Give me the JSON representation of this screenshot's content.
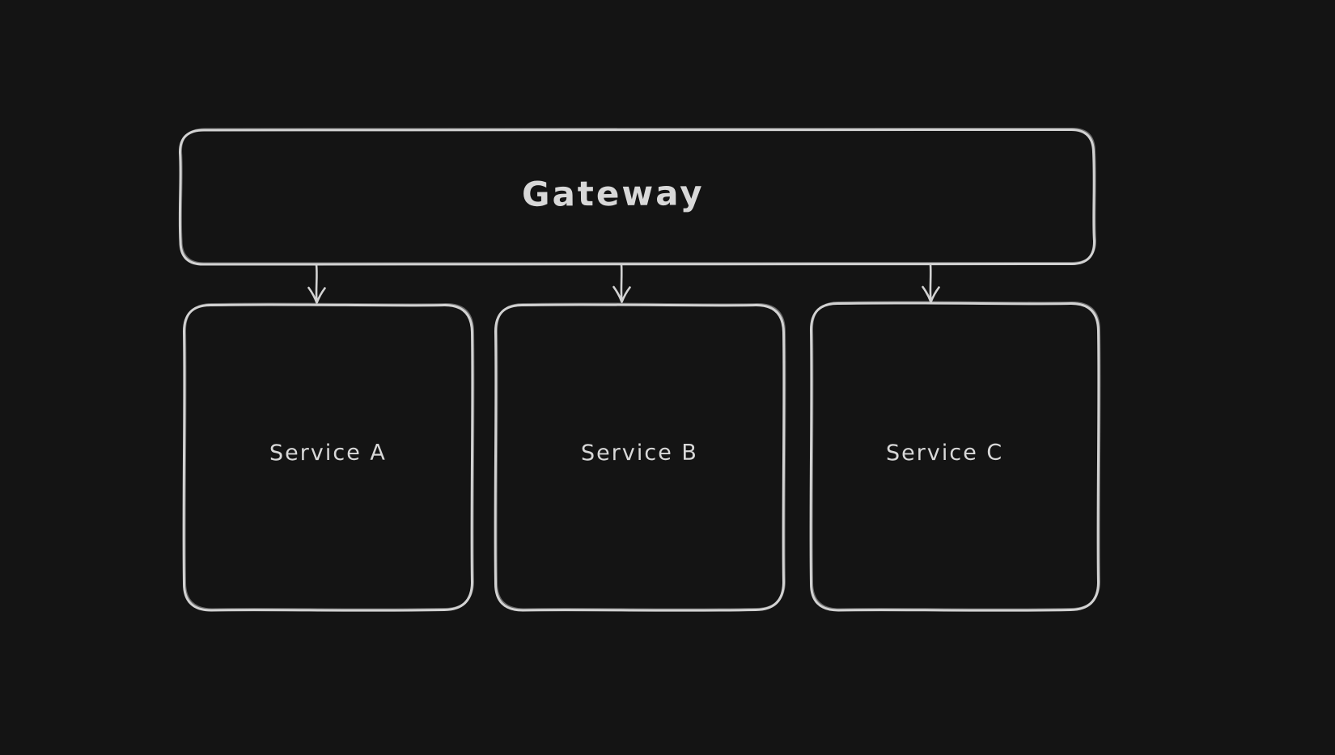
{
  "diagram": {
    "background_color": "#141414",
    "stroke_color": "#d2d2d2",
    "text_color": "#d8d8d8",
    "nodes": [
      {
        "id": "gateway",
        "label": "Gateway"
      },
      {
        "id": "service-a",
        "label": "Service A"
      },
      {
        "id": "service-b",
        "label": "Service B"
      },
      {
        "id": "service-c",
        "label": "Service C"
      }
    ],
    "edges": [
      {
        "from": "gateway",
        "to": "service-a"
      },
      {
        "from": "gateway",
        "to": "service-b"
      },
      {
        "from": "gateway",
        "to": "service-c"
      }
    ]
  }
}
